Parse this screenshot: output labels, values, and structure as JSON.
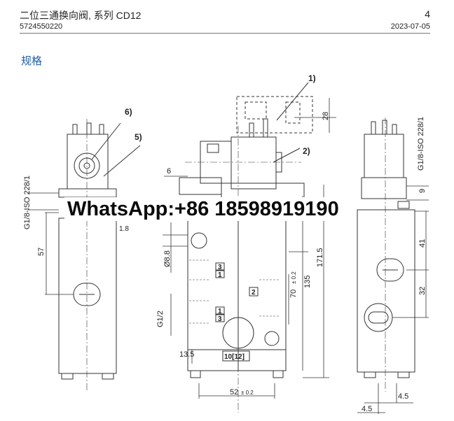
{
  "header": {
    "title": "二位三通换向阀, 系列 CD12",
    "page_number": "4",
    "document_number": "5724550220",
    "date": "2023-07-05"
  },
  "section_title": "规格",
  "callouts": {
    "c1": "1)",
    "c2": "2)",
    "c5": "5)",
    "c6": "6)"
  },
  "dimensions": {
    "d28": "28",
    "d6": "6",
    "d9": "9",
    "d41": "41",
    "d32": "32",
    "d57": "57",
    "d8_8": "Ø8.8",
    "d171_5": "171.5",
    "d135": "135",
    "d70": "70",
    "d70_tol": "± 0.2",
    "d52": "52",
    "d52_tol": "± 0.2",
    "d13_5": "13.5",
    "d4_5a": "4.5",
    "d4_5b": "4.5",
    "d1_8": "1.8",
    "thread_left": "G1/8-ISO 228/1",
    "thread_right": "G1/8-ISO 228/1",
    "port_thread": "G1/2"
  },
  "ports": {
    "p3a": "3",
    "p1a": "1",
    "p2": "2",
    "p1b": "1",
    "p3b": "3",
    "p10_12": "10[12]"
  },
  "watermark": "WhatsApp:+86 18598919190"
}
